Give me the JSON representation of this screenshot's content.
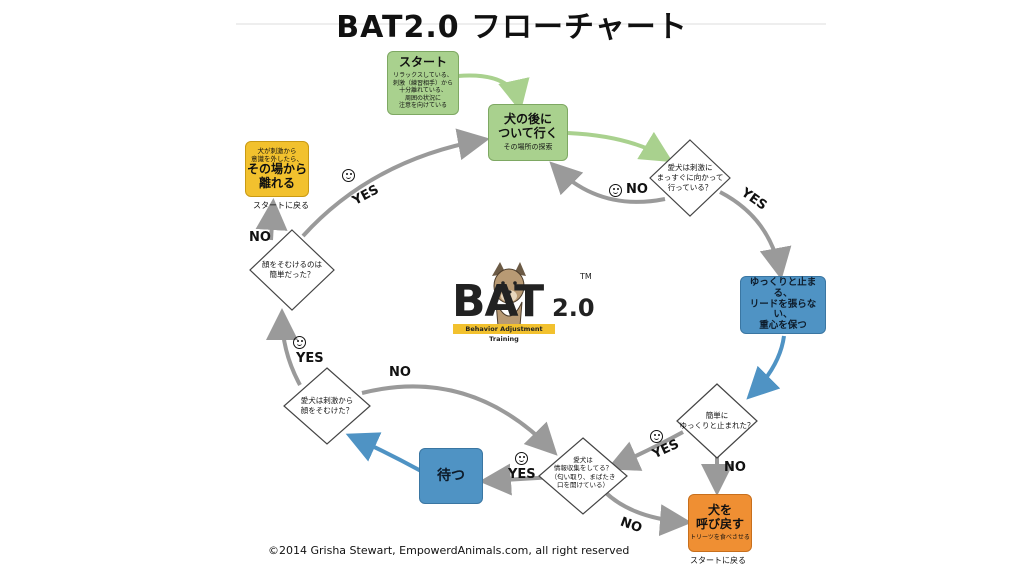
{
  "title": "BAT2.0 フローチャート",
  "nodes": {
    "start": {
      "title": "スタート",
      "body": "リラックスしている、\n刺激（練習相手）から\n十分離れている、\n周囲の状況に\n注意を向けている"
    },
    "follow": {
      "title": "犬の後に\nついて行く",
      "body": "その場所の探索"
    },
    "leave": {
      "top": "犬が刺激から\n意識を外したら、",
      "title": "その場から\n離れる"
    },
    "stop": {
      "title": "ゆっくりと止まる、\nリードを張らない、\n重心を保つ"
    },
    "wait": {
      "title": "待つ"
    },
    "call": {
      "title": "犬を\n呼び戻す",
      "body": "トリーツを食べさせる"
    }
  },
  "decisions": {
    "approach": "愛犬は刺激に\nまっすぐに向かって\n行っている？",
    "easy_turn": "顔をそむけるのは\n簡単だった？",
    "stopped_easily": "簡単に\nゆっくりと止まれた？",
    "turned_away": "愛犬は刺激から\n顔をそむけた？",
    "gathering": "愛犬は\n情報収集をしてる？\n（匂い取り、まばたき\n口を開けている）"
  },
  "labels": {
    "yes": "YES",
    "no": "NO",
    "back_to_start": "スタートに戻る"
  },
  "logo": {
    "name": "BAT",
    "version": "2.0",
    "tm": "TM",
    "tagline": "Behavior Adjustment Training"
  },
  "copyright": "©2014 Grisha Stewart, EmpowerdAnimals.com, all right reserved",
  "colors": {
    "green": "#a9d18e",
    "yellow": "#f2c12e",
    "blue": "#4f93c4",
    "orange": "#ef8f33",
    "arrow_gray": "#9a9a9a",
    "arrow_green": "#a9d18e",
    "arrow_blue": "#4f93c4"
  }
}
